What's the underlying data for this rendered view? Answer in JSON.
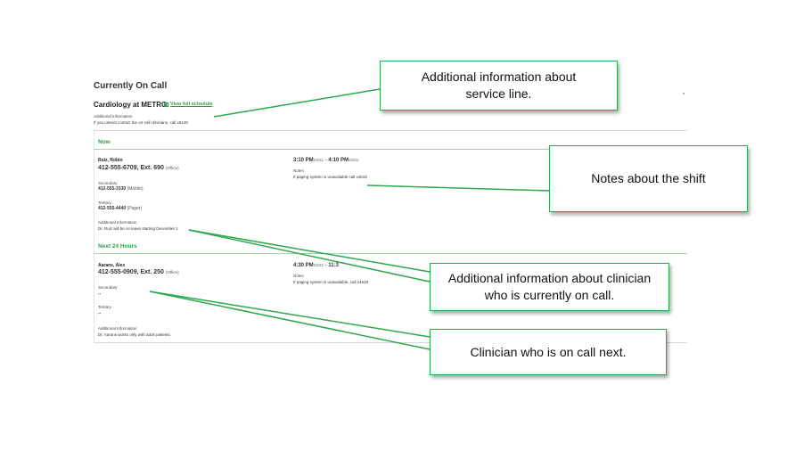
{
  "page": {
    "title": "Currently On Call"
  },
  "service": {
    "name": "Cardiology at METRO",
    "schedule_link": "View full schedule",
    "additional_info_label": "Additional Information",
    "additional_info_text": "If you cannot contact the on-call clinicians, call x6149"
  },
  "sections": [
    {
      "heading": "Now",
      "clinician": {
        "name": "Ruiz, Robin",
        "primary_phone": "412-555-6709, Ext. 690",
        "primary_type": "(Office)",
        "secondary_label": "Secondary",
        "secondary_phone": "412-555-3330",
        "secondary_type": "(Mobile)",
        "tertiary_label": "Tertiary",
        "tertiary_phone": "412-555-4440",
        "tertiary_type": "(Pager)",
        "info_label": "Additional Information",
        "info_text": "Dr. Ruiz will be on leave starting December 1"
      },
      "shift": {
        "start_time": "3:10 PM",
        "start_date": "03/21",
        "separator": "-",
        "end_time": "4:10 PM",
        "end_date": "03/21",
        "notes_label": "Notes",
        "notes_text": "If paging system is unavailable call x4619"
      }
    },
    {
      "heading": "Next 24 Hours",
      "clinician": {
        "name": "Aarans, Alex",
        "primary_phone": "412-555-0909, Ext. 250",
        "primary_type": "(Office)",
        "secondary_label": "Secondary",
        "secondary_phone": "--",
        "tertiary_label": "Tertiary",
        "tertiary_phone": "--",
        "info_label": "Additional Information",
        "info_text": "Dr. Aarans works only with adult patients"
      },
      "shift": {
        "start_time": "4:30 PM",
        "start_date": "03/21",
        "separator": "-",
        "end_time": "11:3",
        "notes_label": "Notes",
        "notes_text": "If paging system is unavailable, call x4619"
      }
    }
  ],
  "callouts": [
    {
      "text": "Additional information about service line."
    },
    {
      "text": "Notes about the shift"
    },
    {
      "text": "Additional information about clinician who is currently on call."
    },
    {
      "text": "Clinician who is on call next."
    }
  ],
  "colors": {
    "accent": "#2e9e4a",
    "callout_border": "#2fa84f"
  }
}
